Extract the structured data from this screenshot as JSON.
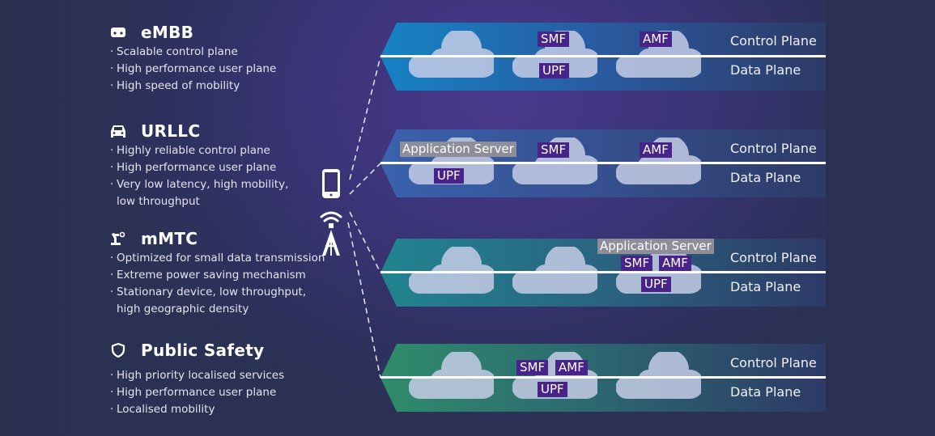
{
  "colors": {
    "background": "#2b3152",
    "function_tag": "#47238a",
    "server_tag": "#8e8e9a",
    "slice_embb": "#1a7fc0",
    "slice_urllc": "#3a5fa8",
    "slice_mmtc": "#24808e",
    "slice_public_safety": "#2e8a6a"
  },
  "use_cases": [
    {
      "icon": "vr-headset-icon",
      "title": "eMBB",
      "bullets": [
        "Scalable control plane",
        "High performance user plane",
        "High speed of mobility"
      ]
    },
    {
      "icon": "car-icon",
      "title": "URLLC",
      "bullets": [
        "Highly reliable control plane",
        "High performance user plane",
        "Very low latency, high mobility,",
        "low throughput"
      ]
    },
    {
      "icon": "robot-arm-icon",
      "title": "mMTC",
      "bullets": [
        "Optimized for small data transmission",
        "Extreme power saving mechanism",
        "Stationary device, low throughput,",
        "high geographic density"
      ]
    },
    {
      "icon": "shield-icon",
      "title": "Public Safety",
      "bullets": [
        "High priority localised services",
        "High performance user plane",
        "Localised mobility"
      ]
    }
  ],
  "devices": {
    "phone": "smartphone-icon",
    "tower": "cell-tower-icon"
  },
  "plane_labels": {
    "control": "Control Plane",
    "data": "Data Plane"
  },
  "slices": [
    {
      "name": "eMBB",
      "functions": {
        "smf": "SMF",
        "amf": "AMF",
        "upf": "UPF"
      }
    },
    {
      "name": "URLLC",
      "functions": {
        "server": "Application Server",
        "smf": "SMF",
        "amf": "AMF",
        "upf": "UPF"
      }
    },
    {
      "name": "mMTC",
      "functions": {
        "server": "Application Server",
        "smf": "SMF",
        "amf": "AMF",
        "upf": "UPF"
      }
    },
    {
      "name": "Public Safety",
      "functions": {
        "smf": "SMF",
        "amf": "AMF",
        "upf": "UPF"
      }
    }
  ]
}
